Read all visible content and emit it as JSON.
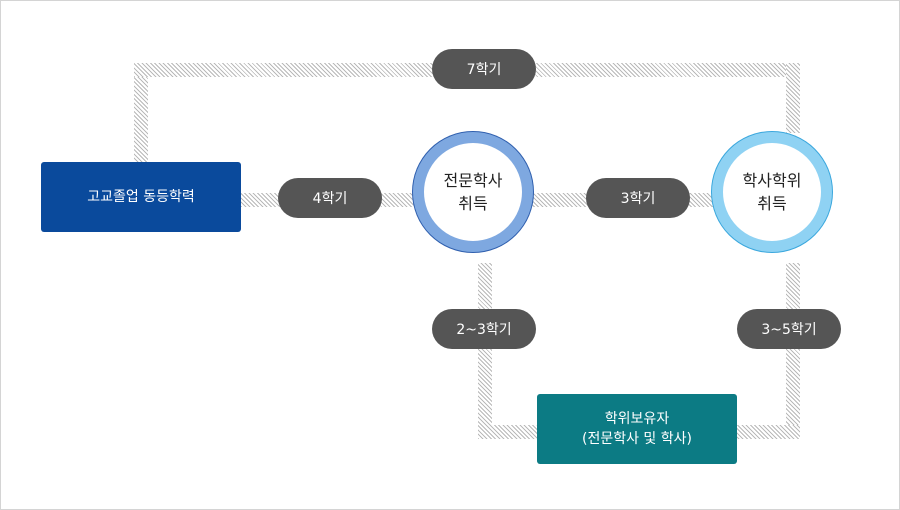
{
  "boxes": {
    "start": "고교졸업 동등학력",
    "end_line1": "학위보유자",
    "end_line2": "(전문학사 및 학사)"
  },
  "circles": {
    "associate_line1": "전문학사",
    "associate_line2": "취득",
    "bachelor_line1": "학사학위",
    "bachelor_line2": "취득"
  },
  "durations": {
    "top_route": "7학기",
    "start_to_associate": "4학기",
    "associate_to_bachelor": "3학기",
    "associate_to_holder": "2~3학기",
    "bachelor_to_holder": "3~5학기"
  },
  "colors": {
    "start_box": "#0a4a9c",
    "end_box": "#0c7b84",
    "associate_ring": "#7ea8e0",
    "bachelor_ring": "#8fd2f3",
    "pill": "#555555"
  }
}
